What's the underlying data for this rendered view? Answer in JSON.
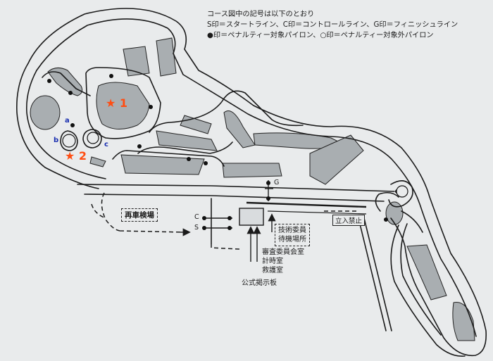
{
  "legend": {
    "line1": "コース図中の記号は以下のとおり",
    "line2": "S印＝スタートライン、C印＝コントロールライン、G印＝フィニッシュライン",
    "line3": "●印＝ペナルティー対象パイロン、○印＝ペナルティー対象外パイロン"
  },
  "markers": {
    "star1": "★ 1",
    "star2": "★ 2",
    "a": "a",
    "b": "b",
    "c": "c",
    "G": "G",
    "C": "C",
    "S": "S"
  },
  "facilities": {
    "reinspection": "再車検場",
    "no_entry": "立入禁止",
    "tech_officials_line1": "技術委員",
    "tech_officials_line2": "待機場所",
    "rooms": [
      "審査委員会室",
      "計時室",
      "救護室"
    ],
    "notice_board": "公式掲示板"
  },
  "colors": {
    "paper": "#e9ebec",
    "ink": "#1b1b1b",
    "island": "#a9aeb1",
    "star": "#ff4d12",
    "blue_label": "#1a2fb0"
  }
}
